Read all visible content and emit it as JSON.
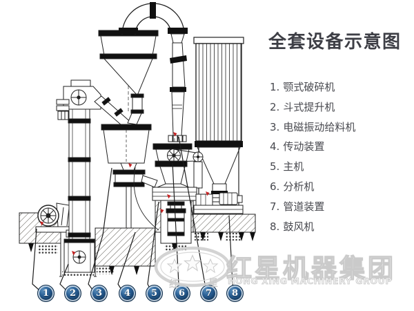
{
  "title": "全套设备示意图",
  "equipment_list": [
    {
      "number": "1.",
      "name": "颚式破碎机"
    },
    {
      "number": "2.",
      "name": "斗式提升机"
    },
    {
      "number": "3.",
      "name": "电磁振动给料机"
    },
    {
      "number": "4.",
      "name": "传动装置"
    },
    {
      "number": "5.",
      "name": "主机"
    },
    {
      "number": "6.",
      "name": "分析机"
    },
    {
      "number": "7.",
      "name": "管道装置"
    },
    {
      "number": "8.",
      "name": "鼓风机"
    }
  ],
  "callouts": [
    "1",
    "2",
    "3",
    "4",
    "5",
    "6",
    "7",
    "8"
  ],
  "watermark": {
    "brand_cn": "红星机器集团",
    "brand_en": "HONG XING MACHINERY GROUP",
    "char_left": "红",
    "char_right": "星",
    "badge_icon": "three-stars-oval"
  },
  "colors": {
    "background": "#ffffff",
    "title_text": "#3e3f46",
    "list_text": "#48494f",
    "callout_blue": "#1d4a74",
    "callout_ring": "#d8e6f2",
    "drawing_line": "#1c1c1c",
    "red_marker": "#c42222",
    "watermark_gray": "#c6c6c6"
  }
}
